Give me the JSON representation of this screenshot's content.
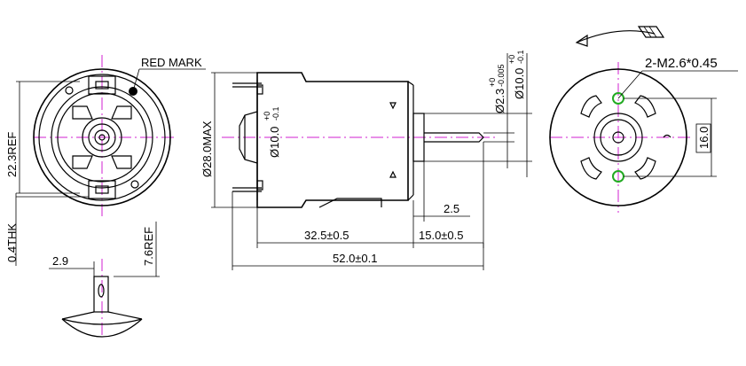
{
  "labels": {
    "red_mark": "RED MARK",
    "dia_22_3": "22.3REF",
    "thk_0_4": "0.4THK",
    "dim_2_9": "2.9",
    "dim_7_6": "7.6REF",
    "dia_28": "Ø28.0MAX",
    "dia_10_left_main": "Ø10.0",
    "dia_10_left_tol_top": "+0",
    "dia_10_left_tol_bot": "-0.1",
    "dim_32_5": "32.5±0.5",
    "dim_15": "15.0±0.5",
    "dim_52": "52.0±0.1",
    "dim_2_5": "2.5",
    "dia_2_3_main": "Ø2.3",
    "dia_2_3_tol_top": "+0",
    "dia_2_3_tol_bot": "-0.005",
    "dia_10_right_main": "Ø10.0",
    "dia_10_right_tol_top": "+0",
    "dia_10_right_tol_bot": "-0.1",
    "screw": "2-M2.6*0.45",
    "dim_16": "16.0"
  },
  "colors": {
    "centerline": "#d020d0",
    "screw_hole": "#22aa22",
    "red_mark": "#000000"
  }
}
